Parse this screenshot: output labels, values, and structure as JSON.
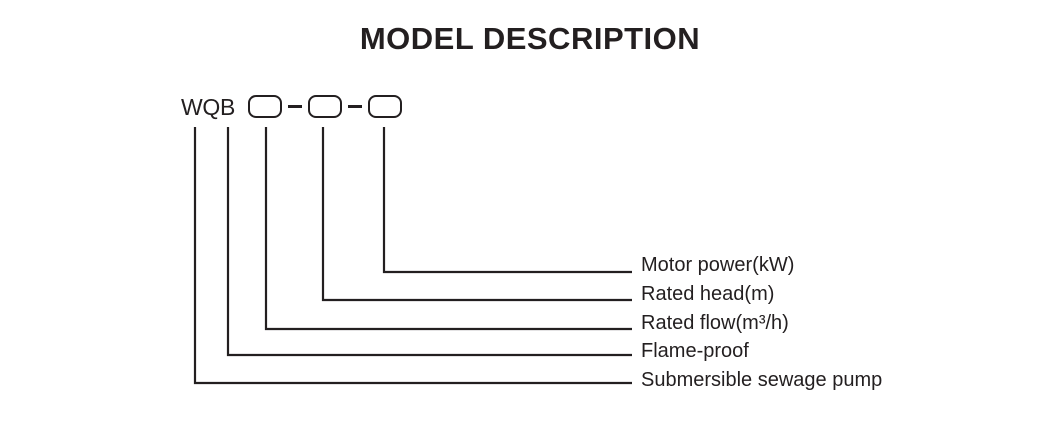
{
  "title": "MODEL DESCRIPTION",
  "model": {
    "prefix": "WQB",
    "code_boxes": 3,
    "separator": "-"
  },
  "labels": [
    {
      "id": "motor-power",
      "text": "Motor power(kW)"
    },
    {
      "id": "rated-head",
      "text": "Rated head(m)"
    },
    {
      "id": "rated-flow",
      "text": "Rated flow(m³/h)"
    },
    {
      "id": "flame-proof",
      "text": "Flame-proof"
    },
    {
      "id": "submersible-sewage-pump",
      "text": "Submersible sewage pump"
    }
  ],
  "colors": {
    "ink": "#231f20",
    "background": "#ffffff"
  }
}
